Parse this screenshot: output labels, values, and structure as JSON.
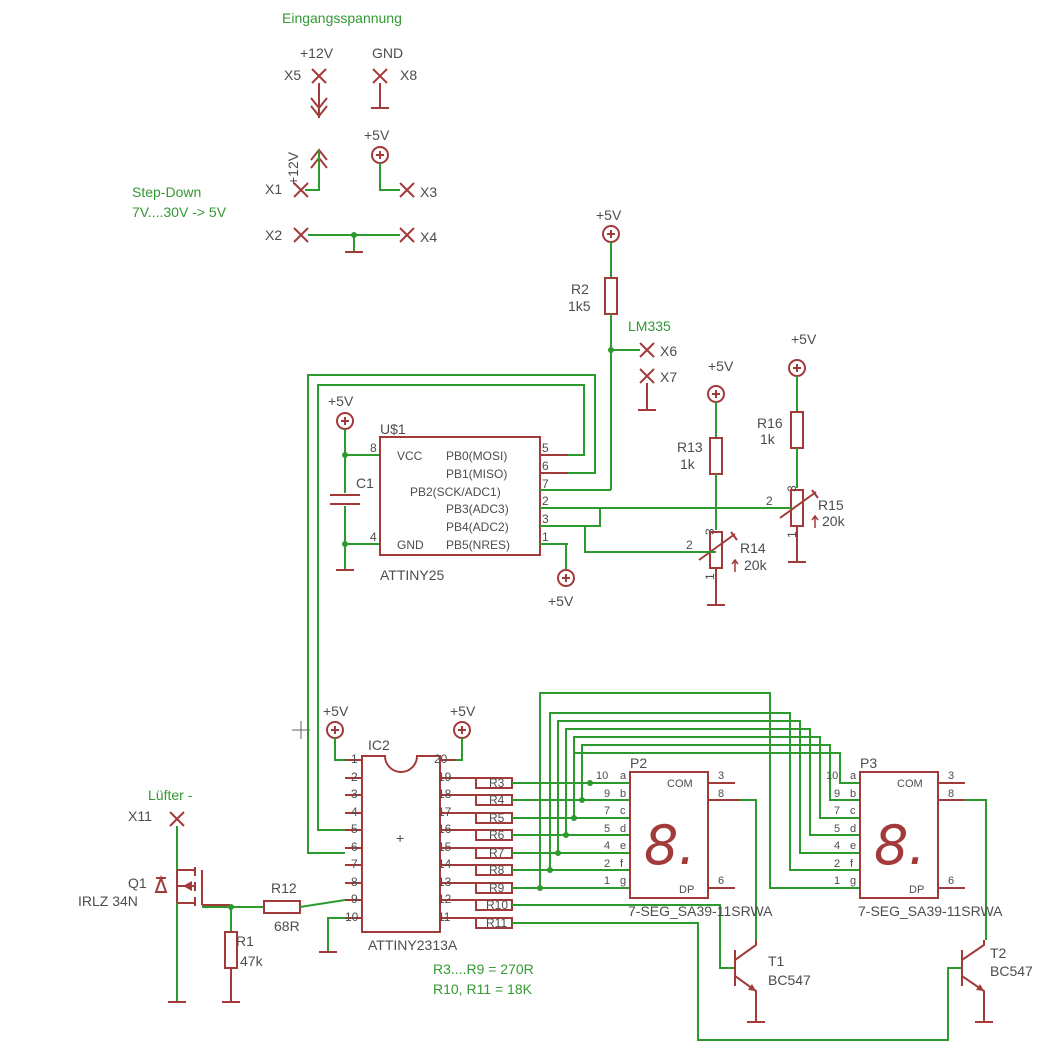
{
  "colors": {
    "wire": "#2d9a2d",
    "symbol": "#a23a3a",
    "text": "#4d4d4d",
    "note": "#339933"
  },
  "labels": {
    "eingang": "Eingangsspannung",
    "p12v_top": "+12V",
    "gnd": "GND",
    "x5": "X5",
    "x8": "X8",
    "p5v_a": "+5V",
    "p12v_side": "+12V",
    "stepdown1": "Step-Down",
    "stepdown2": "7V....30V -> 5V",
    "x1": "X1",
    "x3": "X3",
    "x2": "X2",
    "x4": "X4",
    "p5v_b": "+5V",
    "r2": "R2",
    "r2v": "1k5",
    "lm335": "LM335",
    "x6": "X6",
    "x7": "X7",
    "p5v_c": "+5V",
    "r16": "R16",
    "r16v": "1k",
    "p5v_d": "+5V",
    "r13": "R13",
    "r13v": "1k",
    "r15": "R15",
    "r15v": "20k",
    "r14": "R14",
    "r14v": "20k",
    "p5v_e": "+5V",
    "us1": "U$1",
    "c1": "C1",
    "attiny25": "ATTINY25",
    "p5v_f": "+5V",
    "vcc": "VCC",
    "gnd_pin": "GND",
    "pb0": "PB0(MOSI)",
    "pb1": "PB1(MISO)",
    "pb2": "PB2(SCK/ADC1)",
    "pb3": "PB3(ADC3)",
    "pb4": "PB4(ADC2)",
    "pb5": "PB5(NRES)",
    "p5v_g": "+5V",
    "p5v_h": "+5V",
    "ic2": "IC2",
    "attiny2313": "ATTINY2313A",
    "luefter": "Lüfter -",
    "x11": "X11",
    "q1": "Q1",
    "irlz": "IRLZ 34N",
    "r12": "R12",
    "r12v": "68R",
    "r1": "R1",
    "r1v": "47k",
    "r3": "R3",
    "r4": "R4",
    "r5": "R5",
    "r6": "R6",
    "r7": "R7",
    "r8": "R8",
    "r9": "R9",
    "r10": "R10",
    "r11": "R11",
    "note1": "R3....R9 = 270R",
    "note2": "R10, R11 = 18K",
    "p2": "P2",
    "p3": "P3",
    "com": "COM",
    "dp": "DP",
    "seg1": "7-SEG_SA39-11SRWA",
    "seg2": "7-SEG_SA39-11SRWA",
    "t1": "T1",
    "t1v": "BC547",
    "t2": "T2",
    "t2v": "BC547",
    "digit": "8."
  },
  "pins": {
    "t25_left": [
      "8",
      "4"
    ],
    "t25_right": [
      "5",
      "6",
      "7",
      "2",
      "3",
      "1"
    ],
    "ic2_left": [
      "1",
      "2",
      "3",
      "4",
      "5",
      "6",
      "7",
      "8",
      "9",
      "10"
    ],
    "ic2_right": [
      "20",
      "19",
      "18",
      "17",
      "16",
      "15",
      "14",
      "13",
      "12",
      "11"
    ],
    "pot": [
      "3",
      "2",
      "1"
    ],
    "seg_left": [
      "10",
      "9",
      "7",
      "5",
      "4",
      "2",
      "1"
    ],
    "seg_letters": [
      "a",
      "b",
      "c",
      "d",
      "e",
      "f",
      "g"
    ],
    "seg_right": [
      "3",
      "8",
      "6"
    ]
  }
}
